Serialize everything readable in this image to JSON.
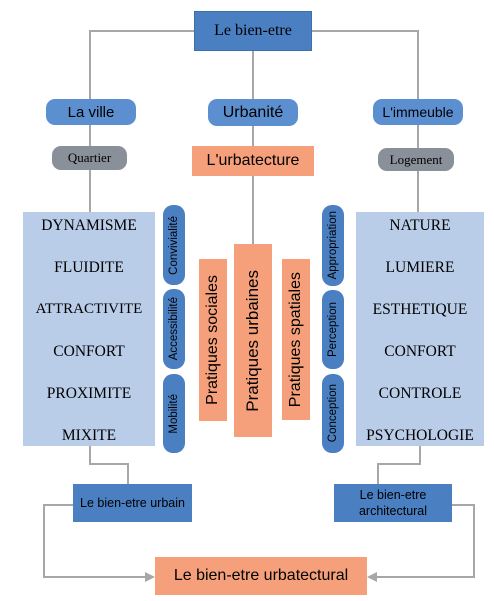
{
  "top": {
    "title": "Le bien-etre"
  },
  "left_branch": {
    "title": "La ville",
    "sub": "Quartier"
  },
  "center_branch": {
    "title": "Urbanité",
    "sub": "L'urbatecture"
  },
  "right_branch": {
    "title": "L'immeuble",
    "sub": "Logement"
  },
  "left_panel": {
    "items": [
      "DYNAMISME",
      "FLUIDITE",
      "ATTRACTIVITE",
      "CONFORT",
      "PROXIMITE",
      "MIXITE"
    ]
  },
  "right_panel": {
    "items": [
      "NATURE",
      "LUMIERE",
      "ESTHETIQUE",
      "CONFORT",
      "CONTROLE",
      "PSYCHOLOGIE"
    ]
  },
  "left_pills": [
    "Convivialité",
    "Accessibilité",
    "Mobilité"
  ],
  "right_pills": [
    "Appropriation",
    "Perception",
    "Conception"
  ],
  "center_columns": [
    "Pratiques sociales",
    "Pratiques urbaines",
    "Pratiques spatiales"
  ],
  "bottom": {
    "left": "Le bien-etre urbain",
    "right_line1": "Le bien-etre",
    "right_line2": "architectural",
    "center": "Le bien-etre urbatectural"
  },
  "colors": {
    "blue": "#4a7fc1",
    "orange": "#f5a07a",
    "gray": "#8a9099",
    "panel": "#b9cde8",
    "connector": "#a7a7a7"
  }
}
